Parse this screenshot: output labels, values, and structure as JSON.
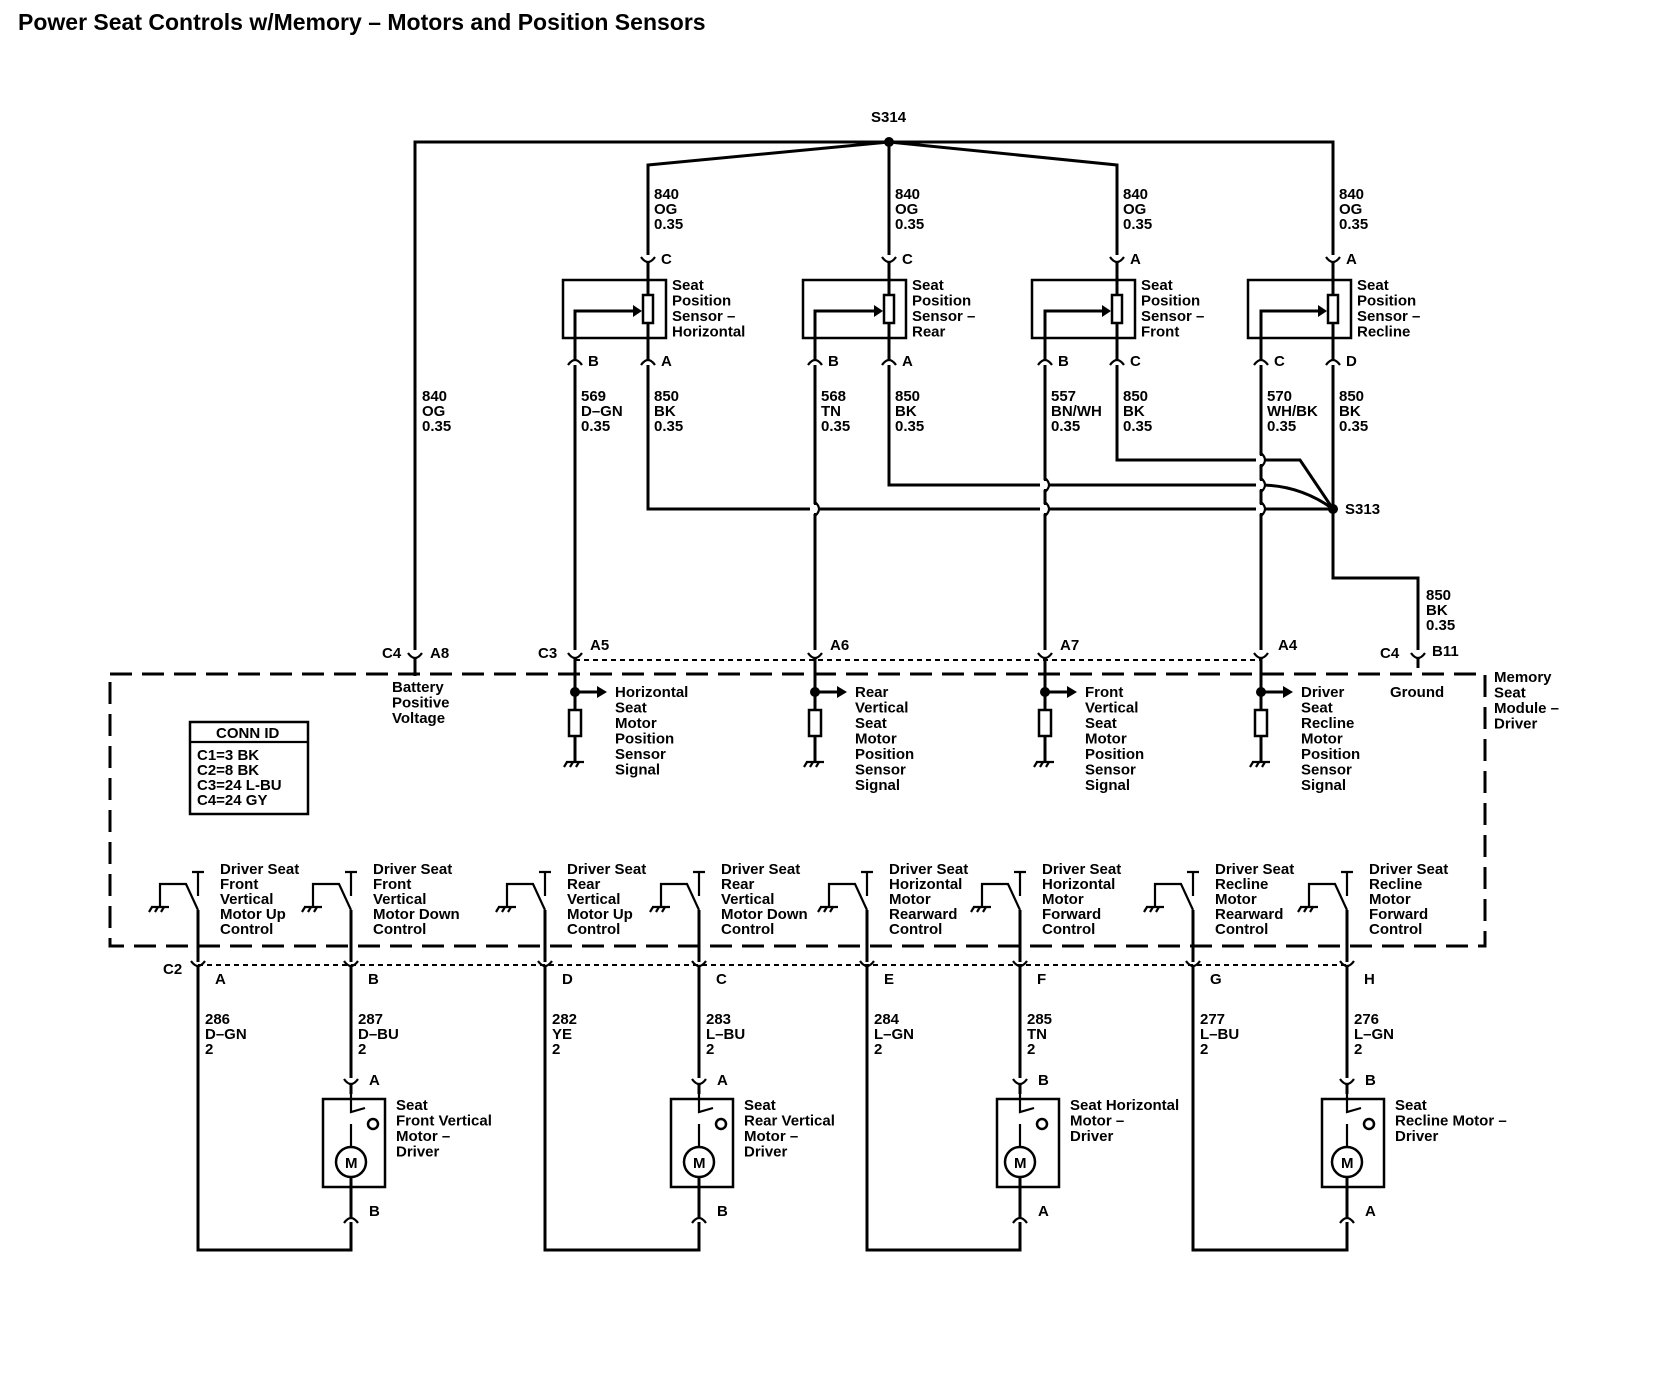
{
  "title": "Power Seat Controls w/Memory – Motors and Position Sensors",
  "splices": {
    "top": "S314",
    "ground": "S313"
  },
  "colors": {
    "ink": "#000000",
    "paper": "#ffffff"
  },
  "left_wire": {
    "num": "840",
    "color": "OG",
    "size": "0.35"
  },
  "ground_wire": {
    "num": "850",
    "color": "BK",
    "size": "0.35"
  },
  "sensors": [
    {
      "name": [
        "Seat",
        "Position",
        "Sensor –",
        "Horizontal"
      ],
      "top_pin": "C",
      "left_pin": "B",
      "right_pin": "A",
      "supply": {
        "num": "840",
        "color": "OG",
        "size": "0.35"
      },
      "signal": {
        "num": "569",
        "color": "D–GN",
        "size": "0.35"
      },
      "ground": {
        "num": "850",
        "color": "BK",
        "size": "0.35"
      }
    },
    {
      "name": [
        "Seat",
        "Position",
        "Sensor –",
        "Rear"
      ],
      "top_pin": "C",
      "left_pin": "B",
      "right_pin": "A",
      "supply": {
        "num": "840",
        "color": "OG",
        "size": "0.35"
      },
      "signal": {
        "num": "568",
        "color": "TN",
        "size": "0.35"
      },
      "ground": {
        "num": "850",
        "color": "BK",
        "size": "0.35"
      }
    },
    {
      "name": [
        "Seat",
        "Position",
        "Sensor –",
        "Front"
      ],
      "top_pin": "A",
      "left_pin": "B",
      "right_pin": "C",
      "supply": {
        "num": "840",
        "color": "OG",
        "size": "0.35"
      },
      "signal": {
        "num": "557",
        "color": "BN/WH",
        "size": "0.35"
      },
      "ground": {
        "num": "850",
        "color": "BK",
        "size": "0.35"
      }
    },
    {
      "name": [
        "Seat",
        "Position",
        "Sensor –",
        "Recline"
      ],
      "top_pin": "A",
      "left_pin": "C",
      "right_pin": "D",
      "supply": {
        "num": "840",
        "color": "OG",
        "size": "0.35"
      },
      "signal": {
        "num": "570",
        "color": "WH/BK",
        "size": "0.35"
      },
      "ground": {
        "num": "850",
        "color": "BK",
        "size": "0.35"
      }
    }
  ],
  "module": {
    "name": [
      "Memory",
      "Seat",
      "Module –",
      "Driver"
    ],
    "battery": {
      "connector": "C4",
      "pin": "A8",
      "label": [
        "Battery",
        "Positive",
        "Voltage"
      ]
    },
    "ground_pin": {
      "connector": "C4",
      "pin": "B11",
      "label": "Ground"
    },
    "sensor_connector": "C3",
    "sensor_inputs": [
      {
        "pin": "A5",
        "label": [
          "Horizontal",
          "Seat",
          "Motor",
          "Position",
          "Sensor",
          "Signal"
        ]
      },
      {
        "pin": "A6",
        "label": [
          "Rear",
          "Vertical",
          "Seat",
          "Motor",
          "Position",
          "Sensor",
          "Signal"
        ]
      },
      {
        "pin": "A7",
        "label": [
          "Front",
          "Vertical",
          "Seat",
          "Motor",
          "Position",
          "Sensor",
          "Signal"
        ]
      },
      {
        "pin": "A4",
        "label": [
          "Driver",
          "Seat",
          "Recline",
          "Motor",
          "Position",
          "Sensor",
          "Signal"
        ]
      }
    ],
    "conn_id": {
      "header": "CONN ID",
      "rows": [
        "C1=3 BK",
        "C2=8 BK",
        "C3=24 L-BU",
        "C4=24 GY"
      ]
    },
    "motor_connector": "C2",
    "switches": [
      {
        "pin": "A",
        "label": [
          "Driver Seat",
          "Front",
          "Vertical",
          "Motor Up",
          "Control"
        ]
      },
      {
        "pin": "B",
        "label": [
          "Driver Seat",
          "Front",
          "Vertical",
          "Motor Down",
          "Control"
        ]
      },
      {
        "pin": "D",
        "label": [
          "Driver Seat",
          "Rear",
          "Vertical",
          "Motor Up",
          "Control"
        ]
      },
      {
        "pin": "C",
        "label": [
          "Driver Seat",
          "Rear",
          "Vertical",
          "Motor Down",
          "Control"
        ]
      },
      {
        "pin": "E",
        "label": [
          "Driver Seat",
          "Horizontal",
          "Motor",
          "Rearward",
          "Control"
        ]
      },
      {
        "pin": "F",
        "label": [
          "Driver Seat",
          "Horizontal",
          "Motor",
          "Forward",
          "Control"
        ]
      },
      {
        "pin": "G",
        "label": [
          "Driver Seat",
          "Recline",
          "Motor",
          "Rearward",
          "Control"
        ]
      },
      {
        "pin": "H",
        "label": [
          "Driver Seat",
          "Recline",
          "Motor",
          "Forward",
          "Control"
        ]
      }
    ]
  },
  "motor_wires": [
    {
      "num": "286",
      "color": "D–GN",
      "size": "2"
    },
    {
      "num": "287",
      "color": "D–BU",
      "size": "2"
    },
    {
      "num": "282",
      "color": "YE",
      "size": "2"
    },
    {
      "num": "283",
      "color": "L–BU",
      "size": "2"
    },
    {
      "num": "284",
      "color": "L–GN",
      "size": "2"
    },
    {
      "num": "285",
      "color": "TN",
      "size": "2"
    },
    {
      "num": "277",
      "color": "L–BU",
      "size": "2"
    },
    {
      "num": "276",
      "color": "L–GN",
      "size": "2"
    }
  ],
  "motors": [
    {
      "name": [
        "Seat",
        "Front Vertical",
        "Motor –",
        "Driver"
      ],
      "top_pin": "A",
      "bottom_pin": "B",
      "symbol": "M"
    },
    {
      "name": [
        "Seat",
        "Rear Vertical",
        "Motor –",
        "Driver"
      ],
      "top_pin": "A",
      "bottom_pin": "B",
      "symbol": "M"
    },
    {
      "name": [
        "Seat Horizontal",
        "Motor –",
        "Driver"
      ],
      "top_pin": "B",
      "bottom_pin": "A",
      "symbol": "M"
    },
    {
      "name": [
        "Seat",
        "Recline Motor –",
        "Driver"
      ],
      "top_pin": "B",
      "bottom_pin": "A",
      "symbol": "M"
    }
  ]
}
